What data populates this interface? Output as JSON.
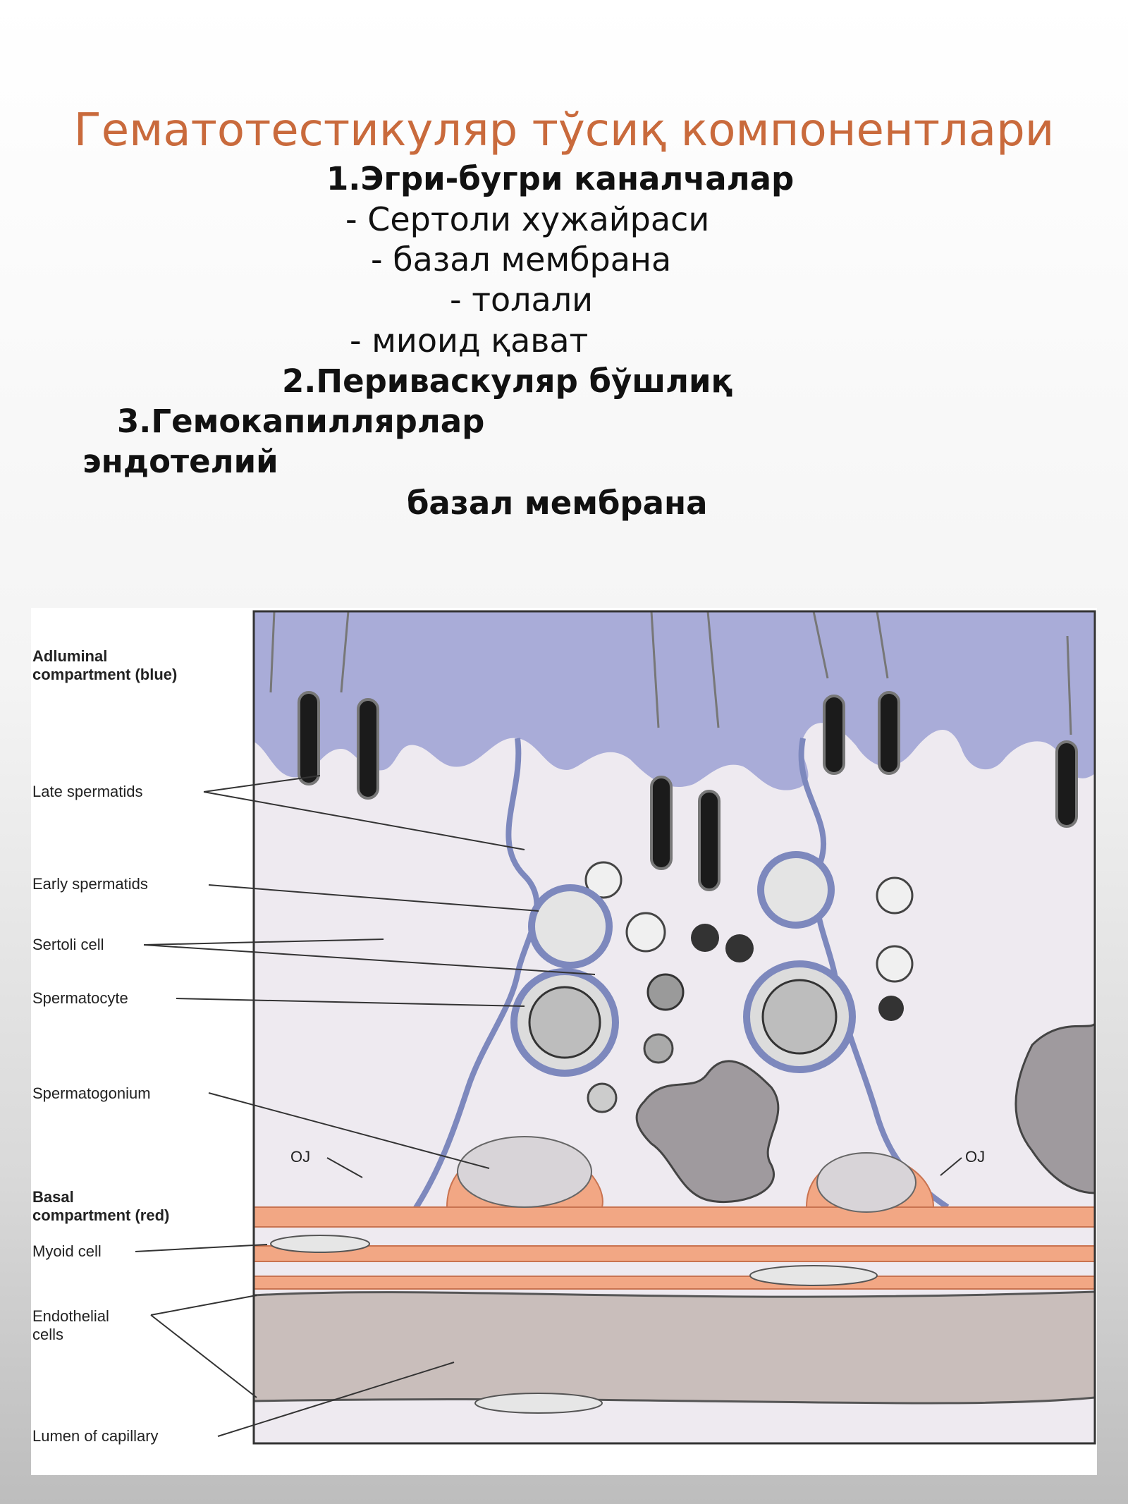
{
  "slide": {
    "title": "Гематотестикуляр тўсиқ компонентлари",
    "lines": [
      "1.Эгри-бугри  каналчалар",
      "-         Сертоли хужайраси",
      "-         базал мембрана",
      "-         толали",
      "-   миоид қават",
      "2.Периваскуляр бўшлиқ",
      "3.Гемокапиллярлар",
      "эндотелий",
      "базал  мембрана"
    ]
  },
  "figure": {
    "labels": {
      "adluminal_1": "Adluminal",
      "adluminal_2": "compartment (blue)",
      "late_spermatids": "Late spermatids",
      "early_spermatids": "Early spermatids",
      "sertoli_cell": "Sertoli cell",
      "spermatocyte": "Spermatocyte",
      "spermatogonium": "Spermatogonium",
      "oj_left": "OJ",
      "oj_right": "OJ",
      "basal_1": "Basal",
      "basal_2": "compartment (red)",
      "myoid_cell": "Myoid cell",
      "endothelial_1": "Endothelial",
      "endothelial_2": "cells",
      "lumen": "Lumen of capillary"
    },
    "colors": {
      "adluminal": "#a9acd8",
      "sertoli": "#eeeaf0",
      "basal": "#f2a784",
      "lumen": "#c9bebb",
      "cell_outline": "#7d88bd"
    }
  }
}
